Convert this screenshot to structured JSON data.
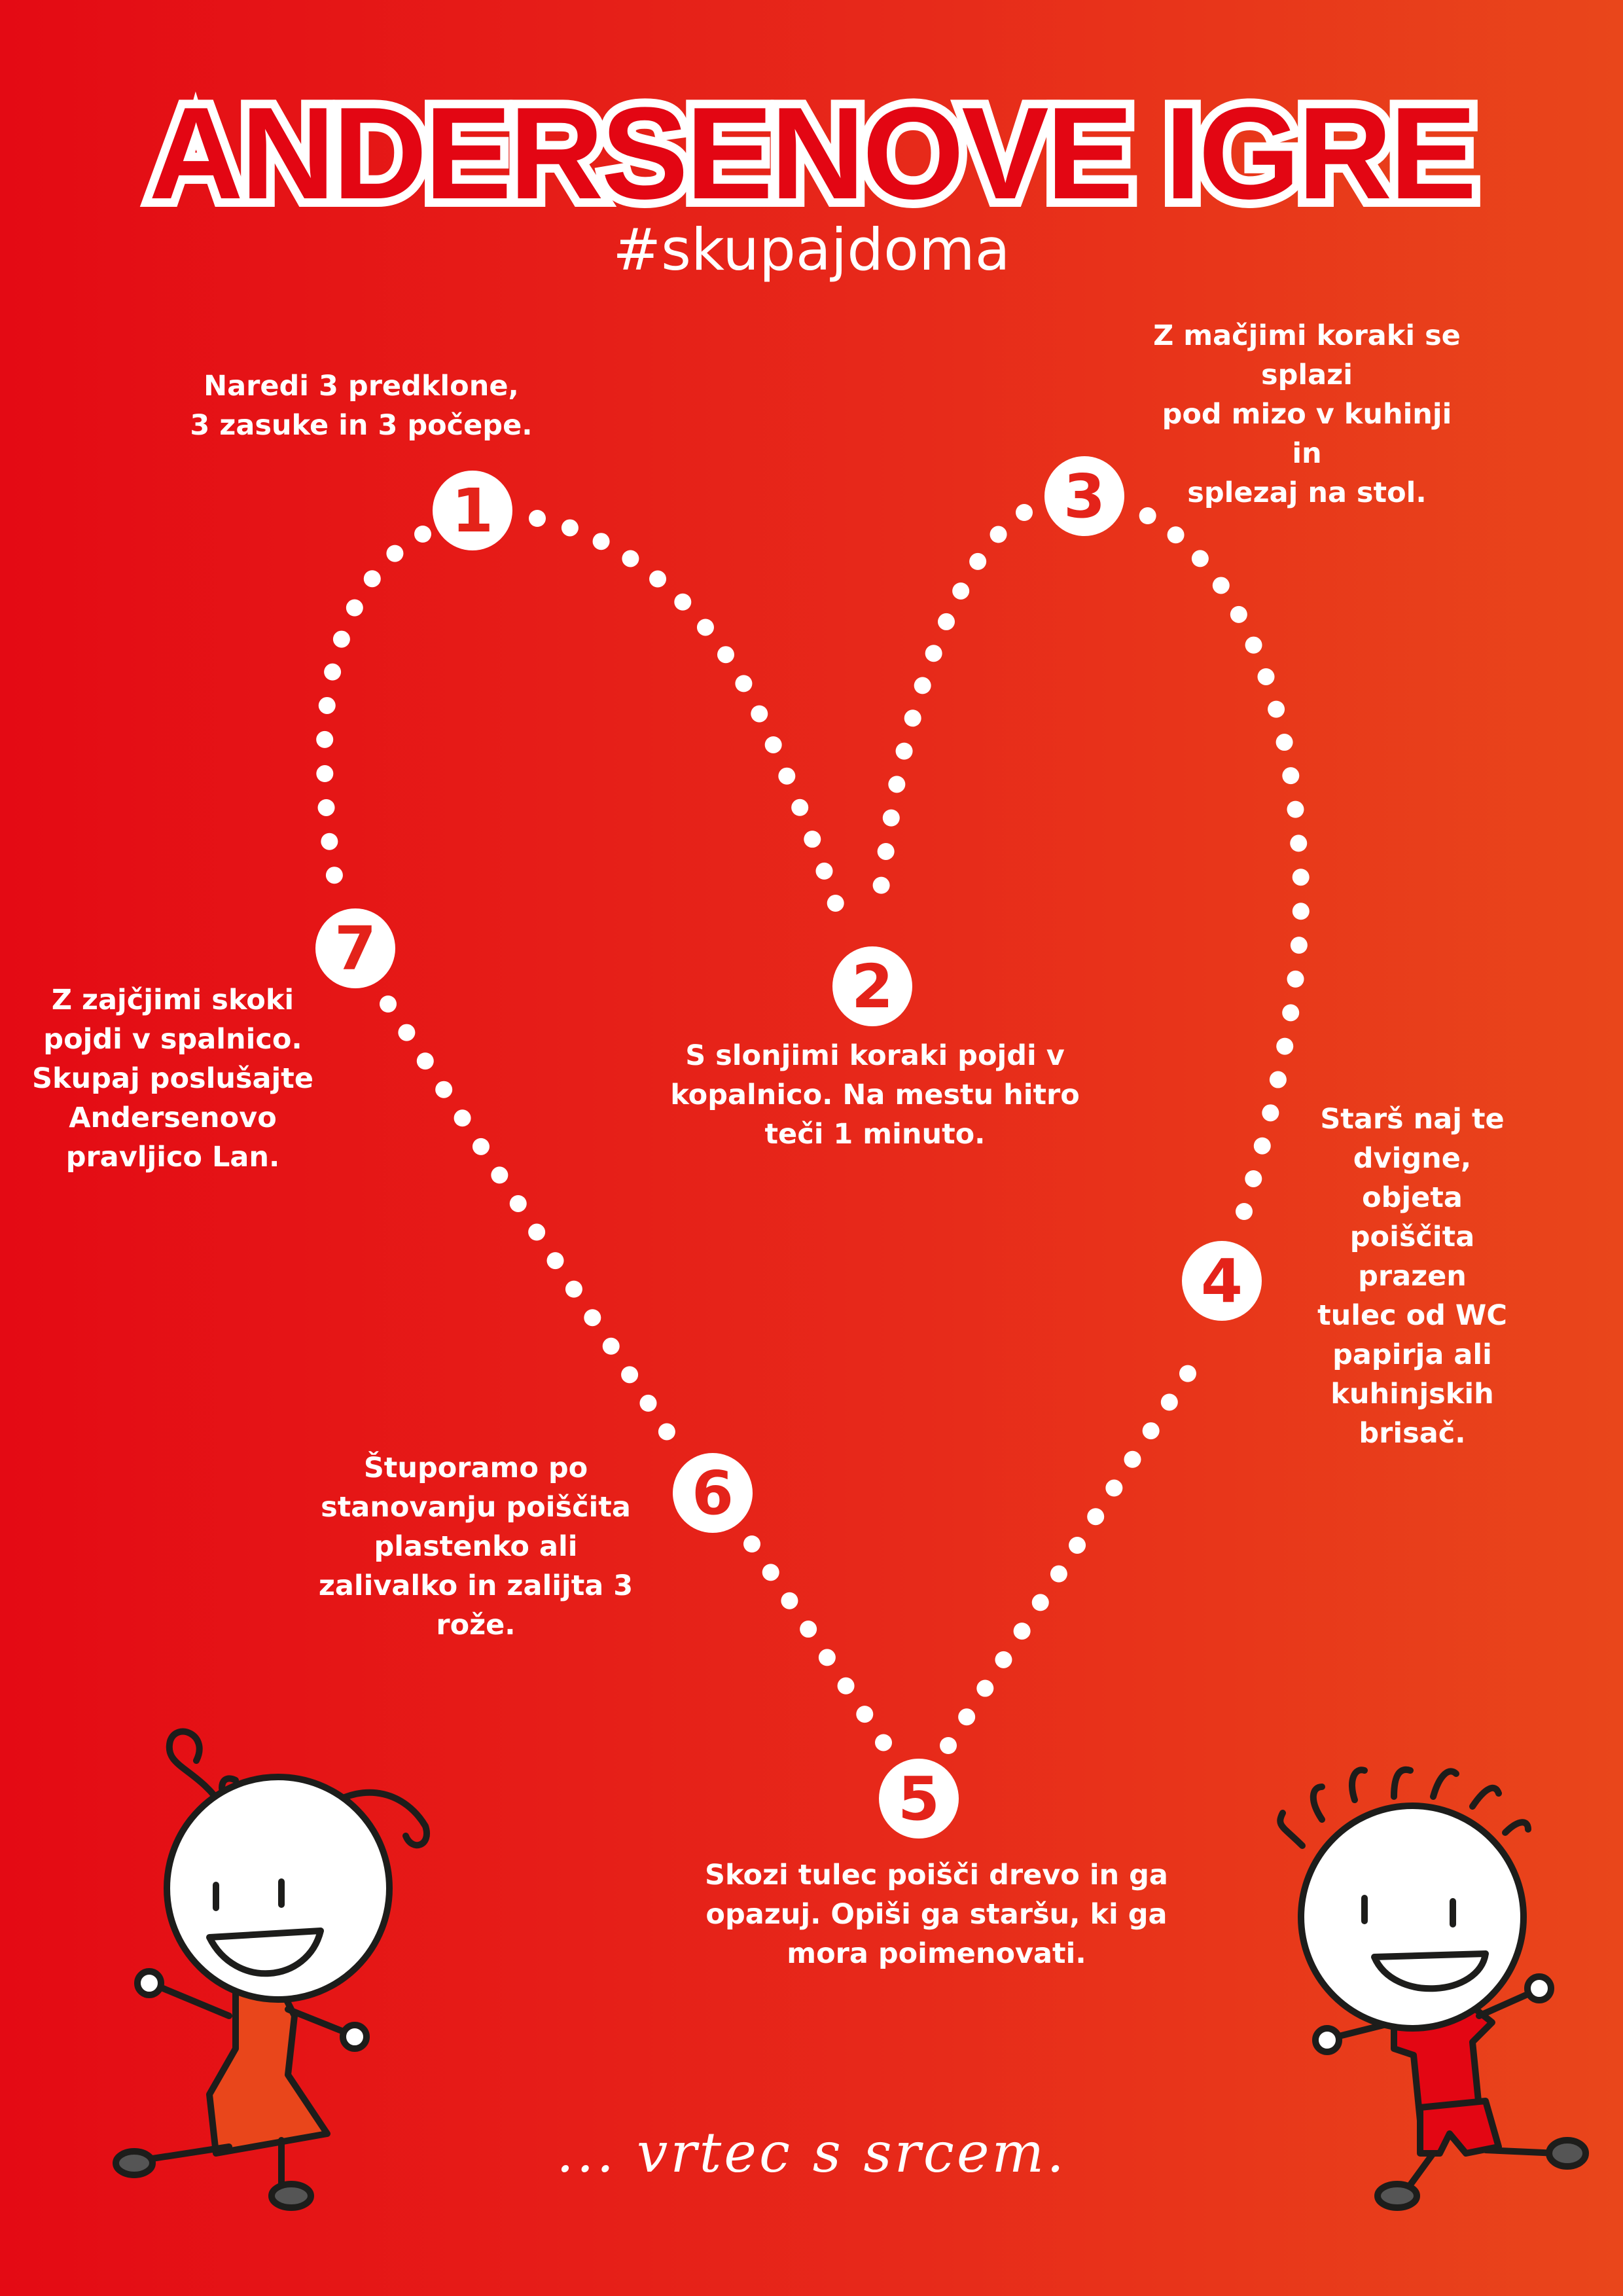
{
  "title": "ANDERSENOVE IGRE",
  "hashtag": "#skupajdoma",
  "steps": [
    {
      "number": "1",
      "text": "Naredi 3 predklone,\n3 zasuke in 3 počepe."
    },
    {
      "number": "2",
      "text": "S slonjimi koraki pojdi v\nkopalnico. Na mestu hitro\nteči 1 minuto."
    },
    {
      "number": "3",
      "text": "Z mačjimi koraki se splazi\npod mizo v kuhinji in\nsplezaj na stol."
    },
    {
      "number": "4",
      "text": "Starš naj te\ndvigne, objeta\npoiščita prazen\ntulec od WC\npapirja ali\nkuhinjskih brisač."
    },
    {
      "number": "5",
      "text": "Skozi tulec poišči drevo in ga\nopazuj. Opiši ga staršu, ki ga\nmora poimenovati."
    },
    {
      "number": "6",
      "text": "Štuporamo po\nstanovanju poiščita\nplastenko ali\nzalivalko in zalijta 3\nrože."
    },
    {
      "number": "7",
      "text": "Z zajčjimi skoki\npojdi v spalnico.\nSkupaj poslušajte\nAndersenovo\npravljico Lan."
    }
  ],
  "footer": "... vrtec s srcem.",
  "colors": {
    "background_left": "#e40a14",
    "background_right": "#e9461b",
    "accent": "#e4231a"
  }
}
